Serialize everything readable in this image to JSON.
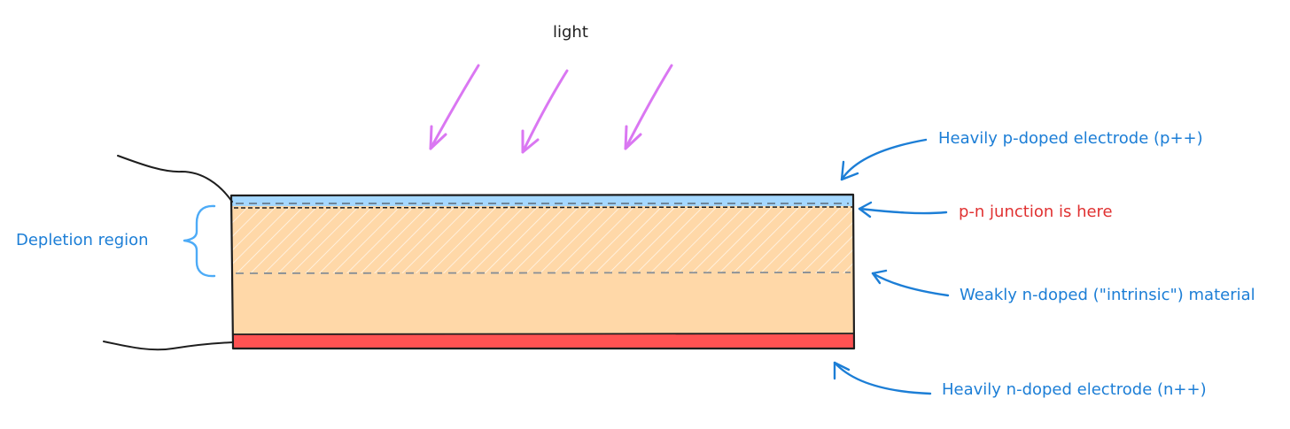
{
  "labels": {
    "light": "light",
    "p_electrode": "Heavily p-doped electrode (p++)",
    "junction": "p-n junction is here",
    "intrinsic": "Weakly n-doped (\"intrinsic\") material",
    "n_electrode": "Heavily n-doped electrode (n++)",
    "depletion": "Depletion region"
  },
  "colors": {
    "ink": "#1e1e1e",
    "annotation_blue": "#1c7ed6",
    "brace_blue": "#4dabf7",
    "junction_red": "#e03131",
    "light_arrows": "#da77f2",
    "p_layer": "#a5d8ff",
    "intrinsic": "#ffd8a8",
    "n_layer": "#ff5252",
    "boundary_dash": "#868e96"
  }
}
